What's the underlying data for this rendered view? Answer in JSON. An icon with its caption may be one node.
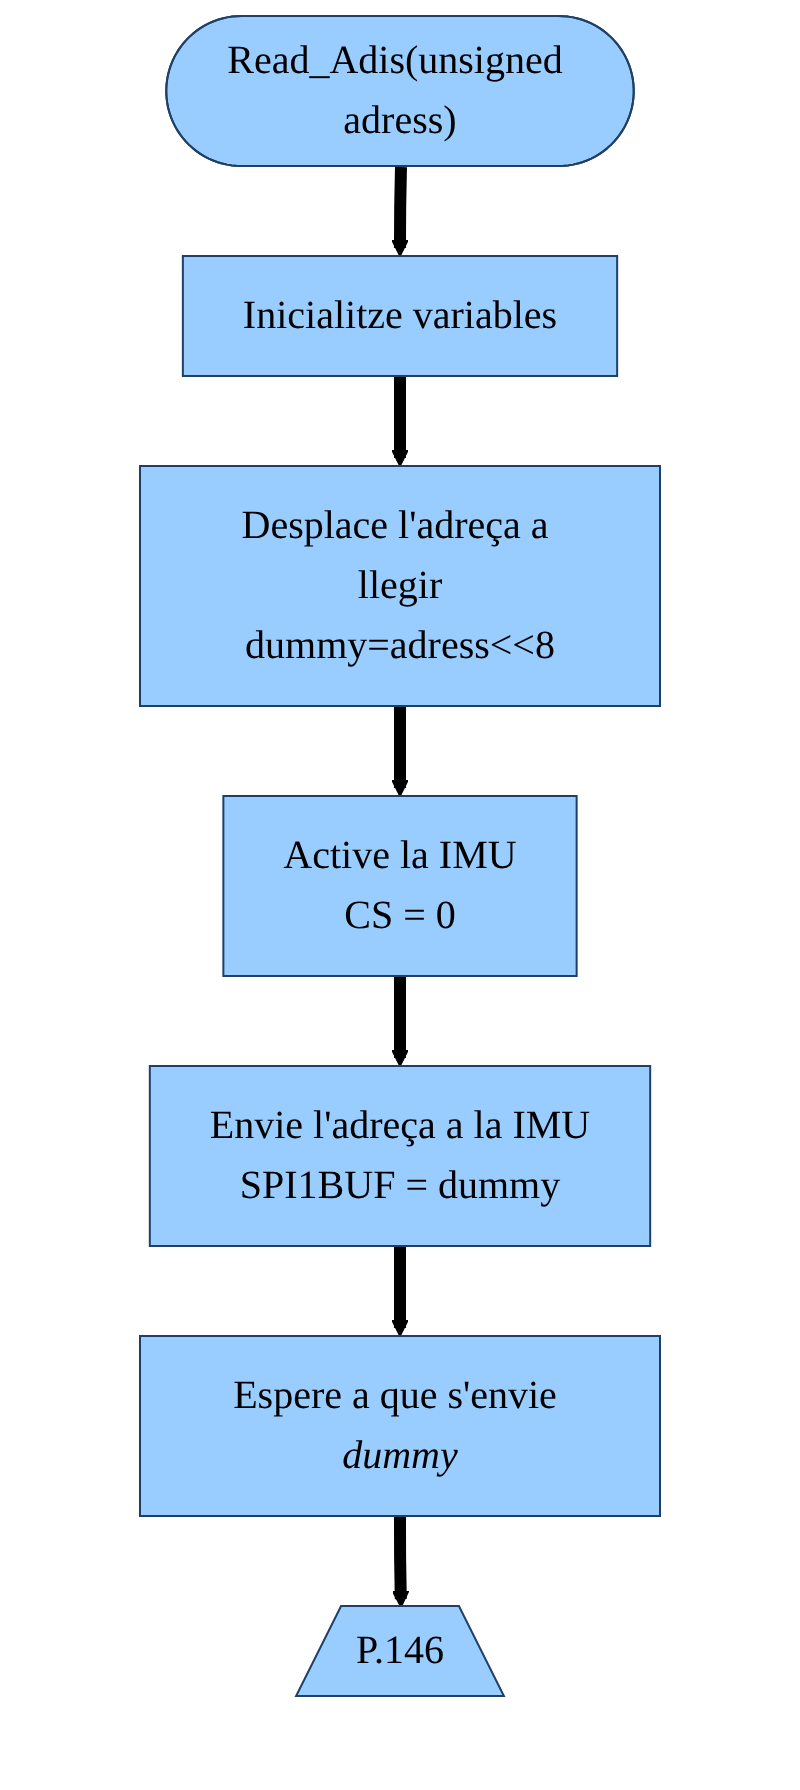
{
  "diagram": {
    "nodes": [
      {
        "text": [
          "Read_Adis(unsigned adress)"
        ]
      },
      {
        "text": [
          "Inicialitze variables"
        ]
      },
      {
        "text": [
          "Desplace l'adreça a llegir",
          "dummy=adress<<8"
        ]
      },
      {
        "text": [
          "Active la IMU",
          "CS = 0"
        ]
      },
      {
        "text": [
          "Envie l'adreça a la IMU",
          "SPI1BUF = dummy"
        ]
      },
      {
        "text": [
          "Espere a que s'envie *dummy*"
        ]
      },
      {
        "text": [
          "P.146"
        ]
      }
    ],
    "edges": [
      {
        "from": 0,
        "to": 1,
        "arrow": "to"
      },
      {
        "from": 1,
        "to": 2,
        "arrow": "to"
      },
      {
        "from": 2,
        "to": 3,
        "arrow": "to"
      },
      {
        "from": 3,
        "to": 4,
        "arrow": "to"
      },
      {
        "from": 4,
        "to": 5,
        "arrow": "to"
      },
      {
        "from": 5,
        "to": 6,
        "arrow": "to"
      }
    ]
  }
}
